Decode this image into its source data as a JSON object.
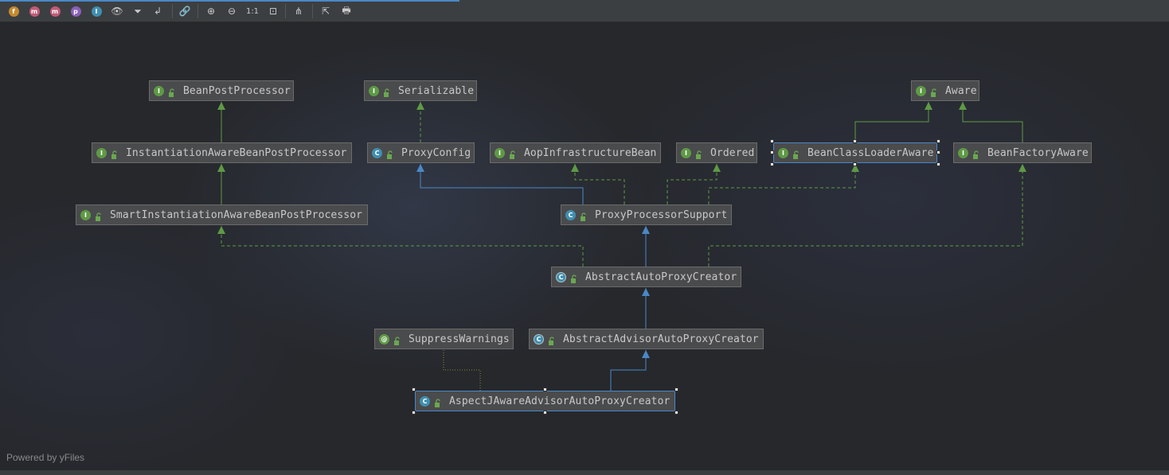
{
  "toolbar": {
    "buttons": [
      {
        "name": "fields-filter-icon",
        "glyph": "f",
        "color": "#c48a2f"
      },
      {
        "name": "constructors-filter-icon",
        "glyph": "m",
        "color": "#c15a77"
      },
      {
        "name": "methods-filter-icon",
        "glyph": "m",
        "color": "#c15a77"
      },
      {
        "name": "properties-filter-icon",
        "glyph": "p",
        "color": "#8b5fb7"
      },
      {
        "name": "inner-classes-filter-icon",
        "glyph": "I",
        "color": "#3f8fb0"
      },
      {
        "name": "eye-icon",
        "glyph": "👁",
        "color": ""
      },
      {
        "name": "filter-icon",
        "glyph": "⏷",
        "color": ""
      },
      {
        "name": "edge-routing-icon",
        "glyph": "↲",
        "color": ""
      },
      {
        "name": "link-icon",
        "glyph": "🔗",
        "color": ""
      },
      {
        "name": "zoom-in-icon",
        "glyph": "⊕",
        "color": ""
      },
      {
        "name": "zoom-out-icon",
        "glyph": "⊖",
        "color": ""
      },
      {
        "name": "actual-size-icon",
        "glyph": "1:1",
        "color": ""
      },
      {
        "name": "fit-content-icon",
        "glyph": "⊡",
        "color": ""
      },
      {
        "name": "layout-icon",
        "glyph": "⋔",
        "color": ""
      },
      {
        "name": "export-icon",
        "glyph": "⇱",
        "color": ""
      },
      {
        "name": "print-icon",
        "glyph": "🖶",
        "color": ""
      }
    ]
  },
  "diagram": {
    "nodes": [
      {
        "id": "n1",
        "label": "BeanPostProcessor",
        "kind": "interface",
        "glyph": "I"
      },
      {
        "id": "n2",
        "label": "Serializable",
        "kind": "interface",
        "glyph": "I"
      },
      {
        "id": "n3",
        "label": "Aware",
        "kind": "interface",
        "glyph": "I"
      },
      {
        "id": "n4",
        "label": "InstantiationAwareBeanPostProcessor",
        "kind": "interface",
        "glyph": "I"
      },
      {
        "id": "n5",
        "label": "ProxyConfig",
        "kind": "class",
        "glyph": "C"
      },
      {
        "id": "n6",
        "label": "AopInfrastructureBean",
        "kind": "interface",
        "glyph": "I"
      },
      {
        "id": "n7",
        "label": "Ordered",
        "kind": "interface",
        "glyph": "I"
      },
      {
        "id": "n8",
        "label": "BeanClassLoaderAware",
        "kind": "interface",
        "glyph": "I"
      },
      {
        "id": "n9",
        "label": "BeanFactoryAware",
        "kind": "interface",
        "glyph": "I"
      },
      {
        "id": "n10",
        "label": "SmartInstantiationAwareBeanPostProcessor",
        "kind": "interface",
        "glyph": "I"
      },
      {
        "id": "n11",
        "label": "ProxyProcessorSupport",
        "kind": "class",
        "glyph": "C"
      },
      {
        "id": "n12",
        "label": "AbstractAutoProxyCreator",
        "kind": "abstract",
        "glyph": "C"
      },
      {
        "id": "n13",
        "label": "SuppressWarnings",
        "kind": "annotation",
        "glyph": "@"
      },
      {
        "id": "n14",
        "label": "AbstractAdvisorAutoProxyCreator",
        "kind": "abstract",
        "glyph": "C"
      },
      {
        "id": "n15",
        "label": "AspectJAwareAdvisorAutoProxyCreator",
        "kind": "class",
        "glyph": "C"
      }
    ],
    "colors": {
      "extends": "#4a88c7",
      "implements": "#5e9a45",
      "annotation": "#8a8a3a"
    }
  },
  "footer": {
    "text": "Powered by yFiles"
  }
}
